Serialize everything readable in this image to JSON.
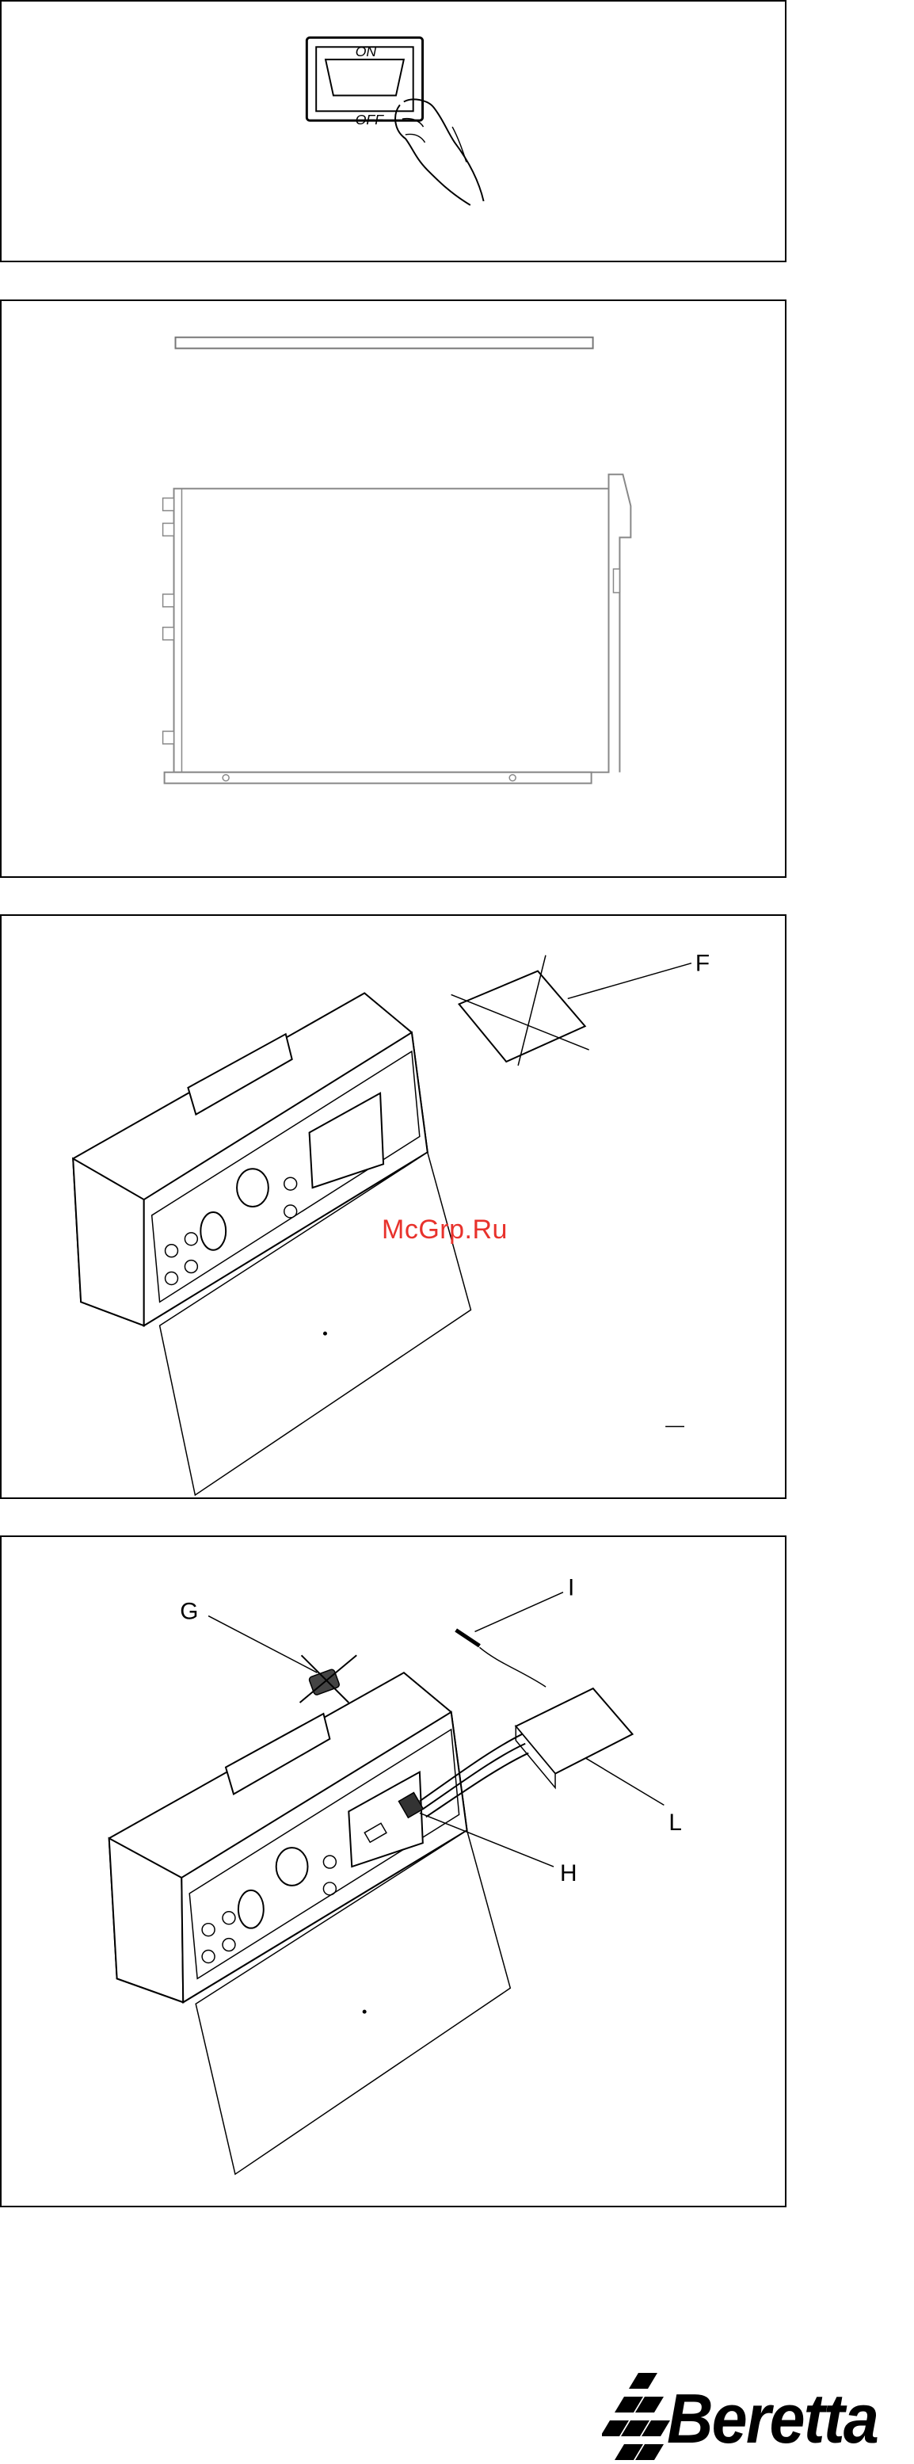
{
  "watermark": "McGrp.Ru",
  "brand": {
    "name": "Beretta"
  },
  "switch": {
    "on_label": "ON",
    "off_label": "OFF"
  },
  "figure3": {
    "label_f": "F"
  },
  "figure4": {
    "label_g": "G",
    "label_i": "I",
    "label_l": "L",
    "label_h": "H"
  }
}
